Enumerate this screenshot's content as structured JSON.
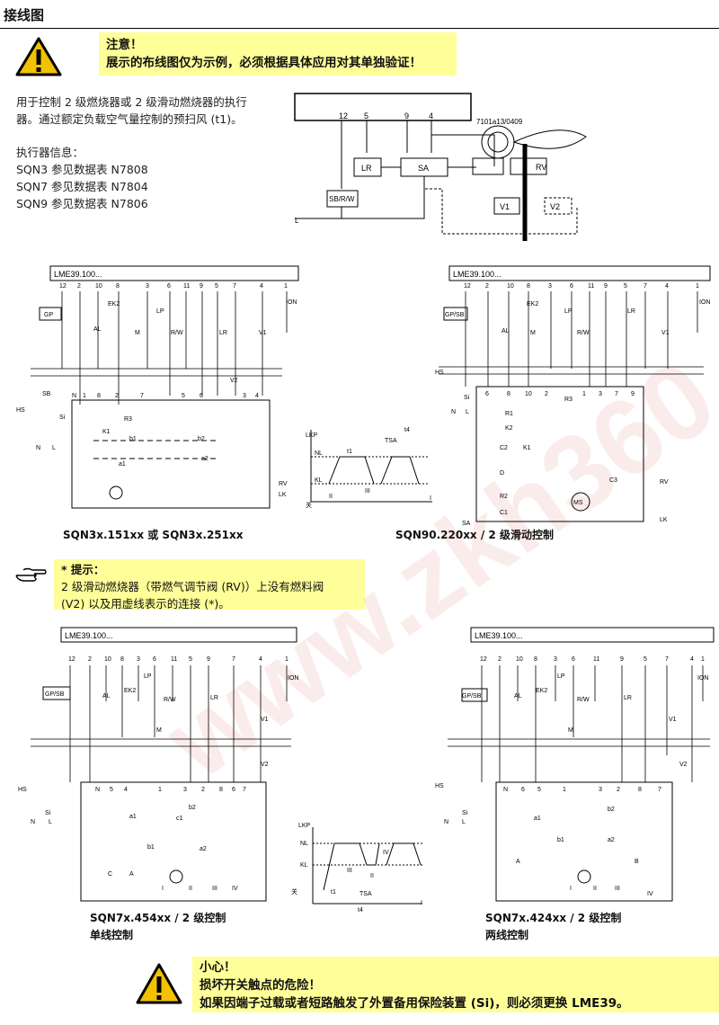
{
  "header": {
    "title": "接线图"
  },
  "notice": {
    "icon": "warning-triangle-icon",
    "title": "注意！",
    "text": "展示的布线图仅为示例，必须根据具体应用对其单独验证！"
  },
  "intro": {
    "line1": "用于控制 2 级燃烧器或 2 级滑动燃烧器的执行",
    "line2": "器。通过额定负载空气量控制的预扫风 (t1)。",
    "actuator_heading": "执行器信息：",
    "actuators": [
      "SQN3 参见数据表 N7808",
      "SQN7 参见数据表 N7804",
      "SQN9 参见数据表 N7806"
    ]
  },
  "top_diagram": {
    "code": "7101a13/0409",
    "terminals": [
      "12",
      "5",
      "9",
      "4"
    ],
    "blocks": [
      "LR",
      "SA",
      "SB/R/W",
      "RV",
      "V1",
      "V2"
    ],
    "line": "L"
  },
  "diagrams": [
    {
      "header": "LME39.100...",
      "terminals": [
        "12",
        "2",
        "10",
        "8",
        "3",
        "6",
        "11",
        "9",
        "5",
        "7",
        "4",
        "1"
      ],
      "inner_terminals": [
        "N",
        "1",
        "8",
        "2",
        "7",
        "5",
        "6",
        "3",
        "4"
      ],
      "components": [
        "GP",
        "AL",
        "EK2",
        "M",
        "LP",
        "R/W",
        "LR",
        "V2",
        "V1",
        "ION",
        "SB",
        "HS",
        "Si",
        "N",
        "L",
        "R3",
        "K1",
        "a1",
        "a2",
        "b1",
        "b2",
        "LK",
        "RV"
      ],
      "caption": "SQN3x.151xx 或 SQN3x.251xx"
    },
    {
      "header": "LME39.100...",
      "terminals": [
        "12",
        "2",
        "10",
        "8",
        "3",
        "6",
        "11",
        "9",
        "5",
        "7",
        "4",
        "1"
      ],
      "inner_terminals": [
        "6",
        "8",
        "10",
        "2",
        "1",
        "3",
        "7",
        "9"
      ],
      "components": [
        "GP/SB",
        "AL",
        "EK2",
        "M",
        "LP",
        "R/W",
        "LR",
        "V1",
        "ION",
        "HS",
        "Si",
        "N",
        "L",
        "R1",
        "K2",
        "R3",
        "C2",
        "K1",
        "D",
        "R2",
        "C1",
        "C3",
        "MS",
        "SA",
        "RV",
        "LK"
      ],
      "caption": "SQN90.220xx / 2 级滑动控制"
    },
    {
      "header": "LME39.100...",
      "terminals": [
        "12",
        "2",
        "10",
        "8",
        "3",
        "6",
        "11",
        "5",
        "9",
        "7",
        "4",
        "1"
      ],
      "inner_terminals": [
        "N",
        "5",
        "4",
        "1",
        "3",
        "2",
        "8",
        "6",
        "7"
      ],
      "components": [
        "GP/SB",
        "AL",
        "EK2",
        "LP",
        "R/W",
        "LR",
        "M",
        "V1",
        "V2",
        "ION",
        "HS",
        "Si",
        "N",
        "L",
        "a1",
        "b1",
        "b2",
        "c1",
        "a2",
        "C",
        "A",
        "I",
        "II",
        "III",
        "IV"
      ],
      "caption": "SQN7x.454xx / 2 级控制",
      "subcaption": "单线控制"
    },
    {
      "header": "LME39.100...",
      "terminals": [
        "12",
        "2",
        "10",
        "8",
        "3",
        "6",
        "11",
        "9",
        "5",
        "7",
        "4",
        "1"
      ],
      "inner_terminals": [
        "N",
        "6",
        "5",
        "1",
        "3",
        "2",
        "8",
        "7"
      ],
      "components": [
        "GP/SB",
        "AL",
        "EK2",
        "LP",
        "R/W",
        "LR",
        "M",
        "V1",
        "V2",
        "ION",
        "HS",
        "Si",
        "N",
        "L",
        "a1",
        "b1",
        "b2",
        "a2",
        "A",
        "B",
        "I",
        "II",
        "III",
        "IV"
      ],
      "caption": "SQN7x.424xx / 2 级控制",
      "subcaption": "两线控制"
    }
  ],
  "timing1": {
    "labels": [
      "LKP",
      "NL",
      "KL",
      "t1",
      "TSA",
      "t4",
      "I",
      "II",
      "III",
      "关"
    ]
  },
  "timing2": {
    "labels": [
      "LKP",
      "NL",
      "KL",
      "III",
      "IV",
      "II",
      "I",
      "t1",
      "TSA",
      "t4",
      "关"
    ]
  },
  "hint": {
    "icon": "pointing-hand-icon",
    "title": "* 提示：",
    "line1": "2 级滑动燃烧器（带燃气调节阀 (RV)）上没有燃料阀",
    "line2": "(V2) 以及用虚线表示的连接 (*)。"
  },
  "caution": {
    "icon": "warning-triangle-icon",
    "title": "小心！",
    "line1": "损坏开关触点的危险！",
    "line2": "如果因端子过载或者短路触发了外置备用保险装置 (Si)，则必须更换 LME39。"
  },
  "watermark": {
    "text": "www.zkh360.com"
  },
  "colors": {
    "warning_bg": "#ffff99",
    "warning_icon": "#f2c200"
  }
}
